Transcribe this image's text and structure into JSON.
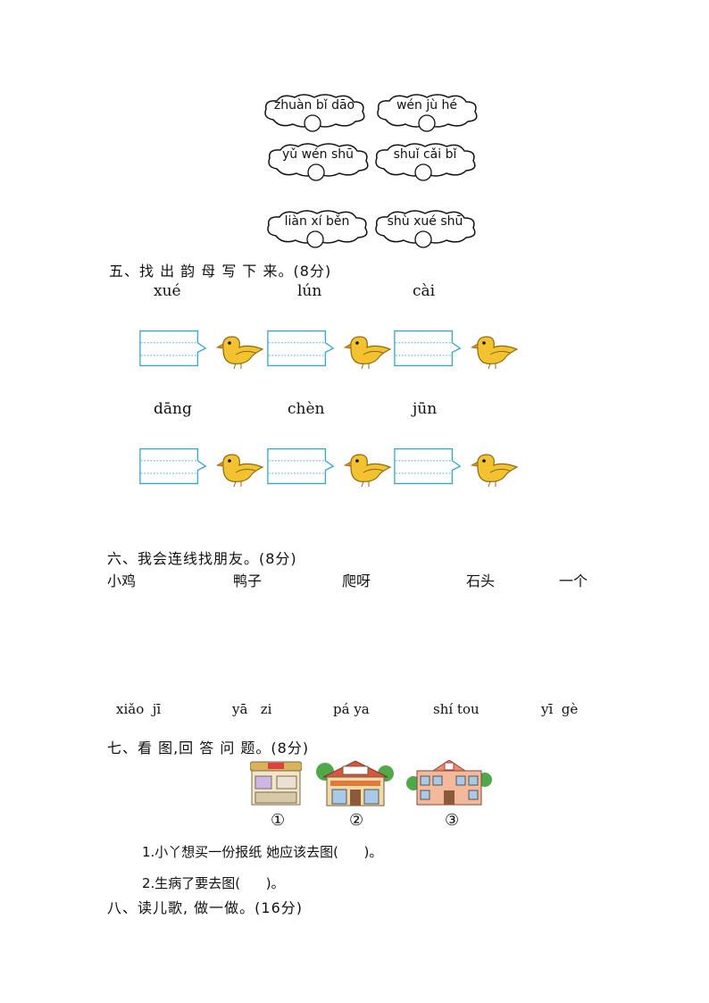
{
  "clouds": [
    {
      "pinyin": "zhuàn bǐ dāo"
    },
    {
      "pinyin": "wén jù hé"
    },
    {
      "pinyin": "yǔ wén shū"
    },
    {
      "pinyin": "shuǐ cǎi bǐ"
    },
    {
      "pinyin": "liàn xí běn"
    },
    {
      "pinyin": "shù xué shū"
    }
  ],
  "section5": {
    "heading": "五、找  出  韵 母 写  下 来。(8分)",
    "row1": [
      "xué",
      "lún",
      "cài"
    ],
    "row2": [
      "dāng",
      "chèn",
      "jūn"
    ]
  },
  "section6": {
    "heading": "六、我会连线找朋友。(8分)",
    "words": [
      "小鸡",
      "鸭子",
      "爬呀",
      "石头",
      "一个"
    ],
    "pinyin": [
      "xiǎo  jī",
      "yā   zi",
      "pá ya",
      "shí tou",
      "yī  gè"
    ]
  },
  "section7": {
    "heading": "七、看 图,回 答 问 题。(8分)",
    "labels": [
      "①",
      "②",
      "③"
    ],
    "q1": "1.小丫想买一份报纸 她应该去图(      )。",
    "q2": "2.生病了要去图(      )。"
  },
  "section8": {
    "heading": "八、读儿歌, 做一做。(16分)"
  },
  "colors": {
    "box": "#3aa6c8",
    "bird": "#f2c230",
    "bird_outline": "#8a6a10"
  }
}
